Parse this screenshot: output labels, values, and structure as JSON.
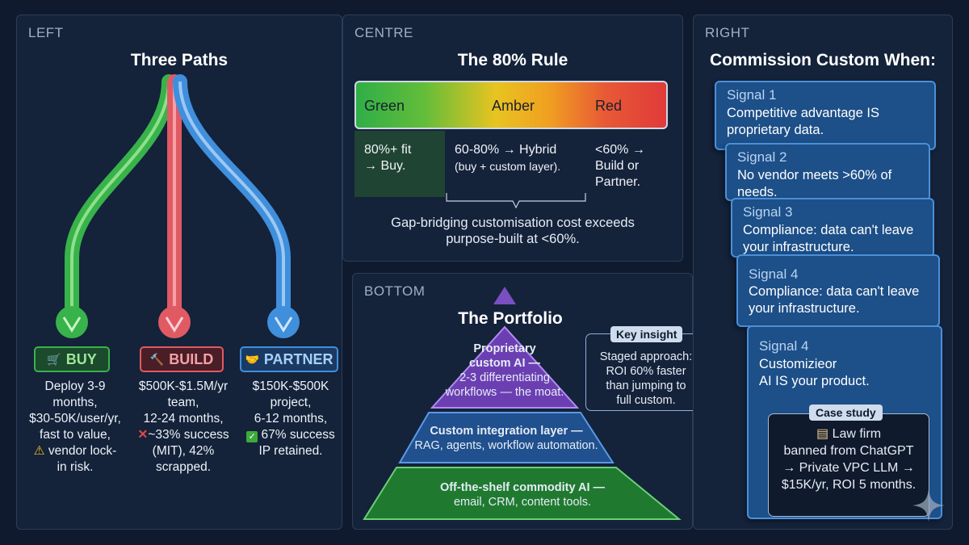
{
  "left": {
    "tag": "LEFT",
    "title": "Three Paths",
    "paths": [
      {
        "icon": "shopping-cart-icon",
        "label": "BUY",
        "color": "#38b24a",
        "lines": [
          "Deploy 3-9",
          "months,",
          "$30-50K/user/yr,",
          "fast to value,",
          "vendor lock-",
          "in risk."
        ]
      },
      {
        "icon": "hammer-icon",
        "label": "BUILD",
        "color": "#e05a64",
        "lines": [
          "$500K-$1.5M/yr",
          "team,",
          "12-24 months,",
          "~33% success",
          "(MIT), 42%",
          "scrapped."
        ]
      },
      {
        "icon": "handshake-icon",
        "label": "PARTNER",
        "color": "#3f8fdc",
        "lines": [
          "$150K-$500K",
          "project,",
          "6-12 months,",
          "67% success",
          "IP retained."
        ]
      }
    ]
  },
  "centre": {
    "tag": "CENTRE",
    "title": "The 80% Rule",
    "bar_labels": [
      "Green",
      "Amber",
      "Red"
    ],
    "columns": [
      {
        "lines": [
          "80%+ fit",
          "→ Buy."
        ]
      },
      {
        "lines": [
          "60-80% → Hybrid",
          "(buy + custom layer)."
        ]
      },
      {
        "lines": [
          "<60% →",
          "Build or",
          "Partner."
        ]
      }
    ],
    "note": [
      "Gap-bridging customisation cost exceeds",
      "purpose-built at <60%."
    ]
  },
  "bottom": {
    "tag": "BOTTOM",
    "title": "The Portfolio",
    "tiers": [
      {
        "head": "Proprietary",
        "lines": [
          "custom AI —",
          "2-3 differentiating",
          "workflows — the moat."
        ],
        "color": "#7a4fc0"
      },
      {
        "head": "Custom integration layer —",
        "lines": [
          "RAG, agents, workflow automation."
        ],
        "color": "#2f6fb8"
      },
      {
        "head": "Off-the-shelf commodity AI —",
        "lines": [
          "email, CRM, content tools."
        ],
        "color": "#2f9a3c"
      }
    ],
    "insight": {
      "tag": "Key insight",
      "lines": [
        "Staged approach:",
        "ROI 60% faster",
        "than jumping to",
        "full custom."
      ]
    }
  },
  "right": {
    "tag": "RIGHT",
    "title": "Commission Custom When:",
    "signals": [
      {
        "num": "Signal 1",
        "lines": [
          "Competitive advantage IS",
          "proprietary data."
        ]
      },
      {
        "num": "Signal 2",
        "lines": [
          "No vendor meets >60% of",
          "needs."
        ]
      },
      {
        "num": "Signal 3",
        "lines": [
          "Compliance: data can't leave",
          "your infrastructure."
        ]
      },
      {
        "num": "Signal 4",
        "lines": [
          "Compliance: data can't leave",
          "your infrastructure."
        ]
      },
      {
        "num": "Signal 4",
        "lines": [
          "Customizieor",
          "AI IS your product."
        ]
      }
    ],
    "case_study": {
      "tag": "Case study",
      "icon": "document-icon",
      "lines": [
        "Law firm",
        "banned from ChatGPT",
        "→ Private VPC LLM →",
        "$15K/yr, ROI 5 months."
      ]
    }
  }
}
